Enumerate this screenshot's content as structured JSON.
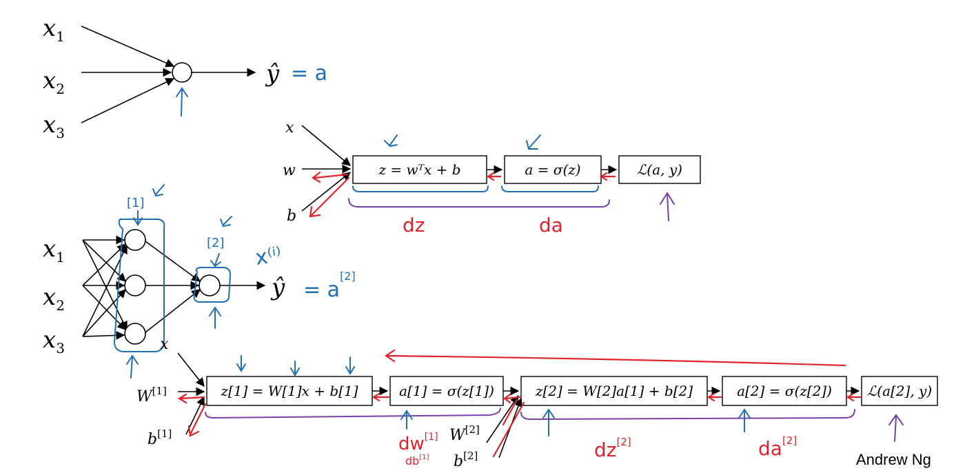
{
  "top_network": {
    "inputs": [
      "x",
      "x",
      "x"
    ],
    "input_subs": [
      "1",
      "2",
      "3"
    ],
    "output_hat": "ŷ",
    "output_eq": "= a"
  },
  "logistic_graph": {
    "inputs": [
      "x",
      "w",
      "b"
    ],
    "boxes": [
      "z = wᵀx + b",
      "a = σ(z)",
      "ℒ(a, y)"
    ],
    "grad_labels": [
      "dz",
      "da"
    ]
  },
  "two_layer_network": {
    "inputs": [
      "x",
      "x",
      "x"
    ],
    "input_subs": [
      "1",
      "2",
      "3"
    ],
    "layer_notes": [
      "[1]",
      "[2]"
    ],
    "sample_note": "x⁽ⁱ⁾",
    "output_hat": "ŷ",
    "output_eq": "= a",
    "output_sup": "[2]"
  },
  "nn_graph": {
    "inputs": [
      "x",
      "W",
      "b"
    ],
    "input_sups": [
      "[1]",
      "[1]"
    ],
    "boxes": [
      "z[1] = W[1]x + b[1]",
      "a[1] = σ(z[1])",
      "z[2] = W[2]a[1] + b[2]",
      "a[2] = σ(z[2])",
      "ℒ(a[2], y)"
    ],
    "second_inputs": [
      "W",
      "b"
    ],
    "second_sups": [
      "[2]",
      "[2]"
    ],
    "grad_labels": [
      "dw",
      "db",
      "dz",
      "da"
    ],
    "grad_sups": [
      "[1]",
      "[1]",
      "[2]",
      "[2]"
    ]
  },
  "credit": "Andrew Ng"
}
